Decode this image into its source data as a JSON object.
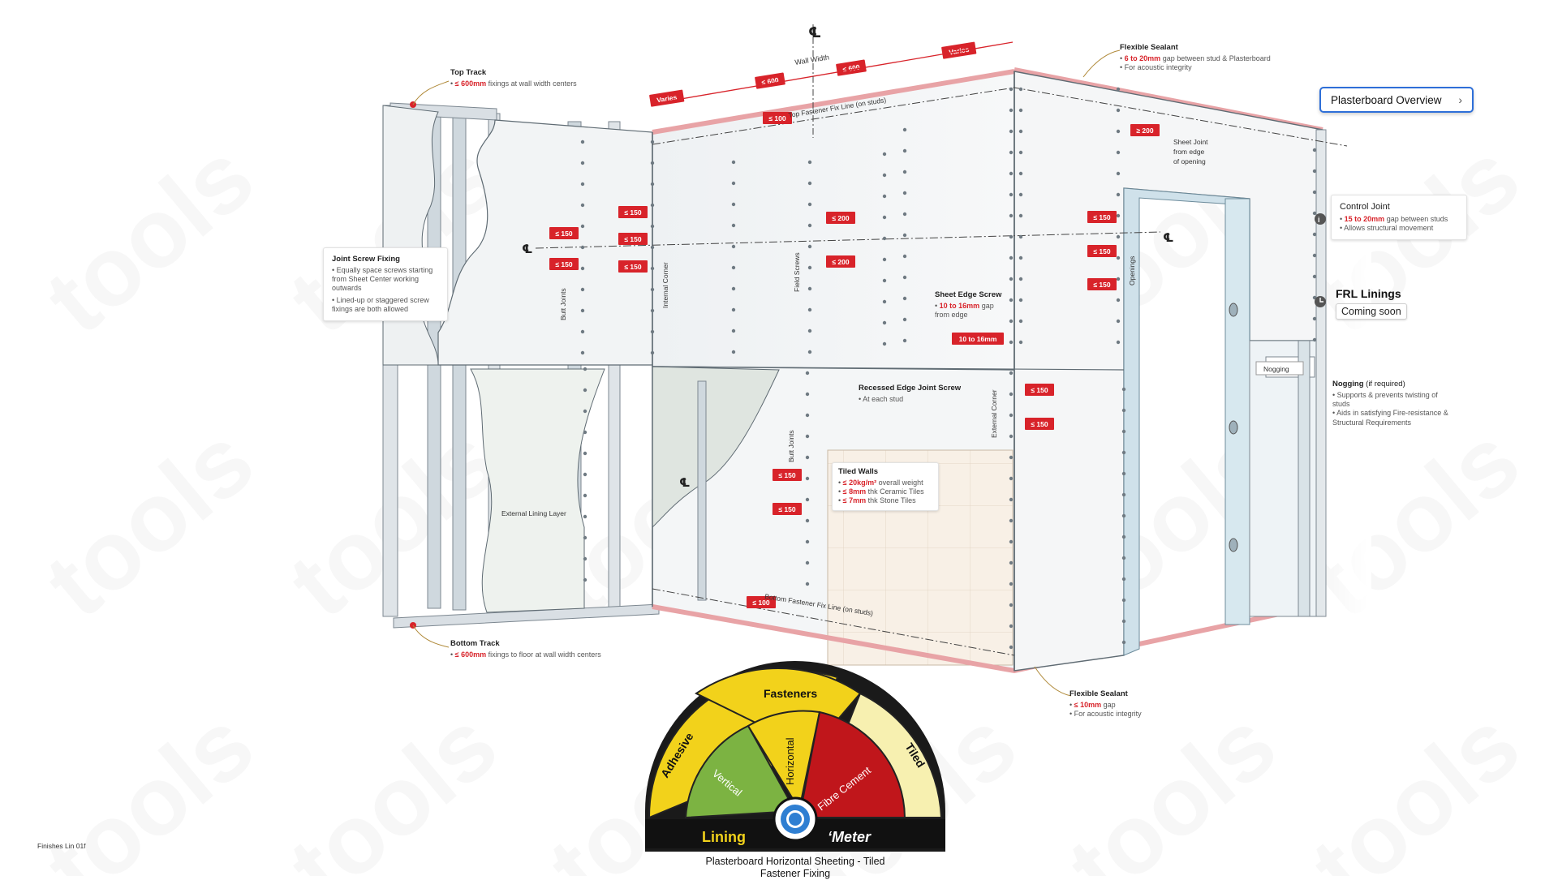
{
  "watermark": "tools",
  "labels": {
    "wall_width": "Wall Width",
    "centerline": "CL",
    "varies": "Varies",
    "le600": "≤ 600",
    "le100": "≤ 100",
    "le200": "≤ 200",
    "le150": "≤ 150",
    "ge200": "≥ 200",
    "edge_10_16": "10 to 16mm",
    "top_fix_line": "Top Fastener Fix Line (on studs)",
    "bottom_fix_line": "Bottom Fastener Fix Line (on studs)",
    "butt_joints": "Butt Joints",
    "internal_corner": "Internal Corner",
    "field_screws": "Field Screws",
    "external_corner": "External Corner",
    "openings": "Openings",
    "sheet_joint": "Sheet Joint from edge of opening",
    "external_lining_layer": "External Lining Layer",
    "nogging": "Nogging"
  },
  "callouts": {
    "top_track": {
      "title": "Top Track",
      "value": "≤ 600mm",
      "text": "fixings at wall width centers"
    },
    "bottom_track": {
      "title": "Bottom Track",
      "value": "≤ 600mm",
      "text": "fixings to floor at wall width centers"
    },
    "flexible_sealant_top": {
      "title": "Flexible Sealant",
      "value": "6 to 20mm",
      "text": "gap between stud & Plasterboard",
      "bullet2": "For acoustic integrity"
    },
    "flexible_sealant_bottom": {
      "title": "Flexible Sealant",
      "value": "≤ 10mm",
      "text": "gap",
      "bullet2": "For acoustic integrity"
    },
    "joint_screw_fixing": {
      "title": "Joint Screw Fixing",
      "bullet1": "Equally space screws starting from Sheet Center working outwards",
      "bullet2": "Lined-up or staggered screw fixings are both allowed"
    },
    "sheet_edge_screw": {
      "title": "Sheet Edge Screw",
      "value": "10 to 16mm",
      "text": "gap from edge"
    },
    "recessed_edge": {
      "title": "Recessed Edge Joint Screw",
      "bullet1": "At each stud"
    },
    "tiled_walls": {
      "title": "Tiled Walls",
      "v1": "≤ 20kg/m²",
      "t1": "overall weight",
      "v2": "≤ 8mm",
      "t2": "thk Ceramic Tiles",
      "v3": "≤ 7mm",
      "t3": "thk Stone Tiles"
    },
    "control_joint": {
      "title": "Control Joint",
      "value": "15 to 20mm",
      "text": "gap between studs",
      "bullet2": "Allows structural movement"
    },
    "nogging_note": {
      "title": "Nogging",
      "suffix": "(if required)",
      "bullet1": "Supports & prevents twisting of studs",
      "bullet2": "Aids in satisfying Fire-resistance & Structural Requirements"
    }
  },
  "nav": {
    "overview": "Plasterboard Overview",
    "chevron": "›"
  },
  "frl": {
    "title": "FRL Linings",
    "status": "Coming soon"
  },
  "meter": {
    "outer": [
      "Adhesive",
      "Fasteners",
      "Tiled"
    ],
    "inner": [
      "Vertical",
      "Horizontal",
      "Fibre Cement"
    ],
    "left_word": "Lining",
    "right_word": "‘Meter",
    "colors": {
      "yellow": "#f2d21b",
      "green": "#7cb342",
      "red": "#c0161b",
      "pale": "#f7f0b0"
    }
  },
  "caption": {
    "line1": "Plasterboard Horizontal Sheeting - Tiled",
    "line2": "Fastener Fixing"
  },
  "footer_code": "Finishes Lin 01f"
}
